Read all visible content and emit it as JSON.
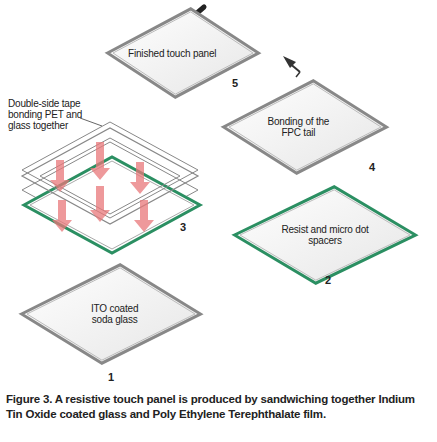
{
  "diagram": {
    "caption": "Figure 3. A resistive touch panel is produced by sandwiching together Indium Tin Oxide coated glass and Poly Ethylene Terephthalate film.",
    "nodes": [
      {
        "text": [
          "Finished touch panel"
        ]
      },
      {
        "text": [
          "Bonding of the FPC tail"
        ]
      },
      {
        "text": [
          "Resist and micro dot spacers"
        ]
      },
      {
        "text": [
          "ITO coated soda glass"
        ]
      }
    ],
    "labels": [
      "5",
      "Double-side tape bonding PET and glass together",
      "4",
      "3",
      "2",
      "1"
    ]
  }
}
